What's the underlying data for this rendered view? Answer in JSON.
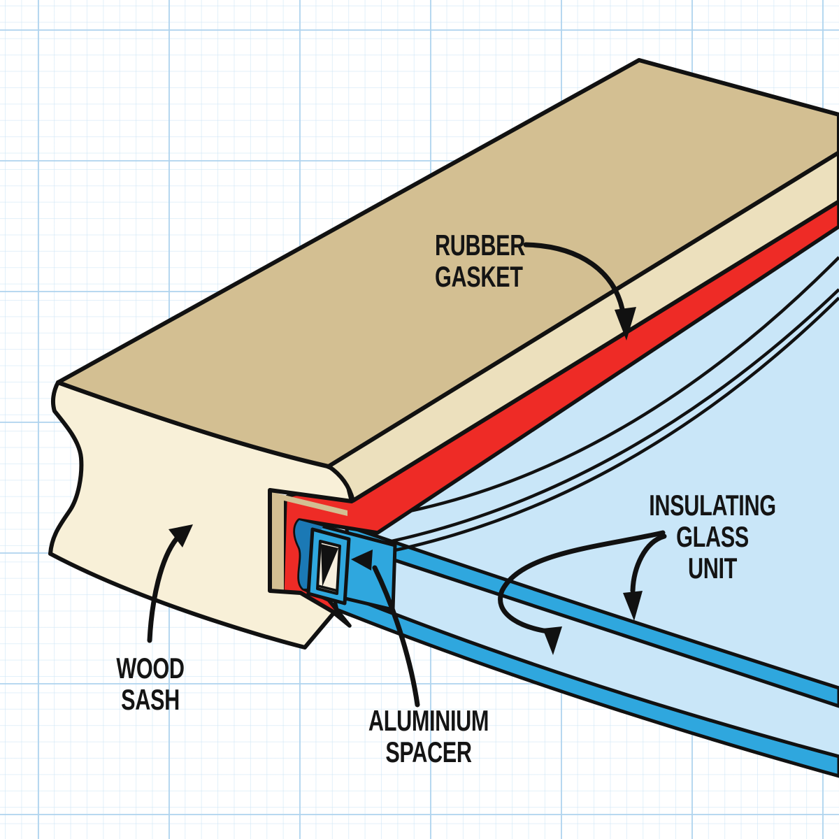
{
  "figure": {
    "labels": {
      "rubber_gasket": {
        "line1": "RUBBER",
        "line2": "GASKET"
      },
      "insulating_glass_unit": {
        "line1": "INSULATING",
        "line2": "GLASS",
        "line3": "UNIT"
      },
      "wood_sash": {
        "line1": "WOOD",
        "line2": "SASH"
      },
      "aluminium_spacer": {
        "line1": "ALUMINIUM",
        "line2": "SPACER"
      }
    },
    "colors": {
      "wood_top": "#d3bf92",
      "wood_face": "#f8f0d8",
      "wood_step": "#ece0bd",
      "gasket_red": "#ee2b26",
      "glass_surface": "#c9e6f8",
      "glass_edge": "#2fa7de",
      "glass_deep": "#1b79b5",
      "spacer_face": "#f6eedd",
      "outline": "#111111",
      "grid_major": "#c6deef",
      "grid_fine": "#e8f1f8"
    }
  }
}
